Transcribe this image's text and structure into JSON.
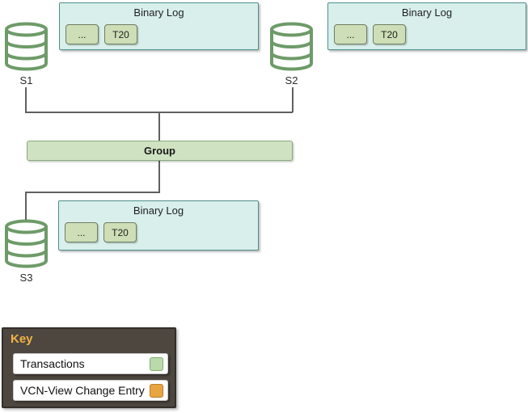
{
  "servers": [
    {
      "label": "S1",
      "binary_log": {
        "title": "Binary Log",
        "entries": [
          "...",
          "T20"
        ]
      }
    },
    {
      "label": "S2",
      "binary_log": {
        "title": "Binary Log",
        "entries": [
          "...",
          "T20"
        ]
      }
    },
    {
      "label": "S3",
      "binary_log": {
        "title": "Binary Log",
        "entries": [
          "...",
          "T20"
        ]
      }
    }
  ],
  "group": {
    "label": "Group"
  },
  "legend": {
    "title": "Key",
    "items": [
      {
        "label": "Transactions",
        "swatch": "green"
      },
      {
        "label": "VCN-View Change Entry",
        "swatch": "orange"
      }
    ]
  },
  "colors": {
    "binlog_fill": "#d8efec",
    "binlog_border": "#4e8f8b",
    "chip_fill": "#cedeb7",
    "chip_border": "#6e7d62",
    "group_fill": "#cfe2c2",
    "group_border": "#8aaa7d",
    "cylinder_stroke": "#6d9b68",
    "line": "#606062",
    "key_bg": "#4d4740",
    "key_border": "#332e28",
    "key_title": "#f2b445",
    "legend_green_fill": "#badaab",
    "legend_green_border": "#7fae71",
    "legend_orange_fill": "#e8a43f",
    "legend_orange_border": "#bf7e2b"
  }
}
